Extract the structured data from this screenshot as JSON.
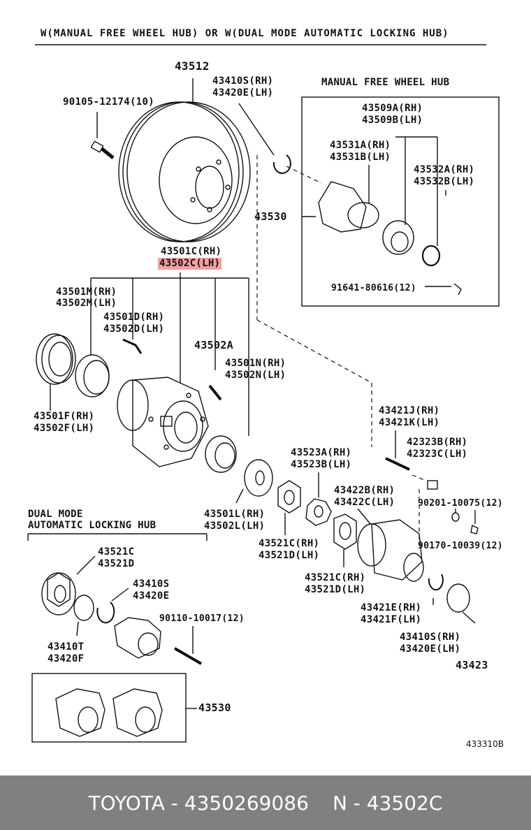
{
  "header": {
    "title": "W(MANUAL FREE WHEEL HUB) OR W(DUAL MODE AUTOMATIC LOCKING HUB)"
  },
  "sections": {
    "manual_hub": "MANUAL FREE WHEEL HUB",
    "dual_mode_line1": "DUAL MODE",
    "dual_mode_line2": "AUTOMATIC LOCKING HUB"
  },
  "labels": {
    "p43512": "43512",
    "p90105": "90105-12174(10)",
    "p43410s_rh": "43410S(RH)",
    "p43420e_lh": "43420E(LH)",
    "p43509a": "43509A(RH)",
    "p43509b": "43509B(LH)",
    "p43531a": "43531A(RH)",
    "p43531b": "43531B(LH)",
    "p43532a": "43532A(RH)",
    "p43532b": "43532B(LH)",
    "p43530_top": "43530",
    "p91641": "91641-80616(12)",
    "p43501c": "43501C(RH)",
    "p43502c": "43502C(LH)",
    "p43501m": "43501M(RH)",
    "p43502m": "43502M(LH)",
    "p43501d": "43501D(RH)",
    "p43502d": "43502D(LH)",
    "p43502a": "43502A",
    "p43501n": "43501N(RH)",
    "p43502n": "43502N(LH)",
    "p43501f": "43501F(RH)",
    "p43502f": "43502F(LH)",
    "p43421j": "43421J(RH)",
    "p43421k": "43421K(LH)",
    "p42323b": "42323B(RH)",
    "p42323c": "42323C(LH)",
    "p43523a": "43523A(RH)",
    "p43523b": "43523B(LH)",
    "p43422b": "43422B(RH)",
    "p43422c": "43422C(LH)",
    "p90201": "90201-10075(12)",
    "p43501l": "43501L(RH)",
    "p43502l": "43502L(LH)",
    "p43521c_mid": "43521C(RH)",
    "p43521d_mid": "43521D(LH)",
    "p90170": "90170-10039(12)",
    "p43521c_low": "43521C(RH)",
    "p43521d_low": "43521D(LH)",
    "p43421e": "43421E(RH)",
    "p43421f": "43421F(LH)",
    "p43410s_rh2": "43410S(RH)",
    "p43420e_lh2": "43420E(LH)",
    "p43423": "43423",
    "p43521c_dm": "43521C",
    "p43521d_dm": "43521D",
    "p43410s_dm": "43410S",
    "p43420e_dm": "43420E",
    "p90110": "90110-10017(12)",
    "p43410t": "43410T",
    "p43420f": "43420F",
    "p43530_bottom": "43530"
  },
  "diagram_code": "433310B",
  "footer": {
    "brand_part": "TOYOTA - 4350269086",
    "ref_part": "N - 43502C"
  },
  "colors": {
    "highlight": "#f2a0a0",
    "footer_bg": "#808080",
    "footer_text": "#ffffff"
  }
}
